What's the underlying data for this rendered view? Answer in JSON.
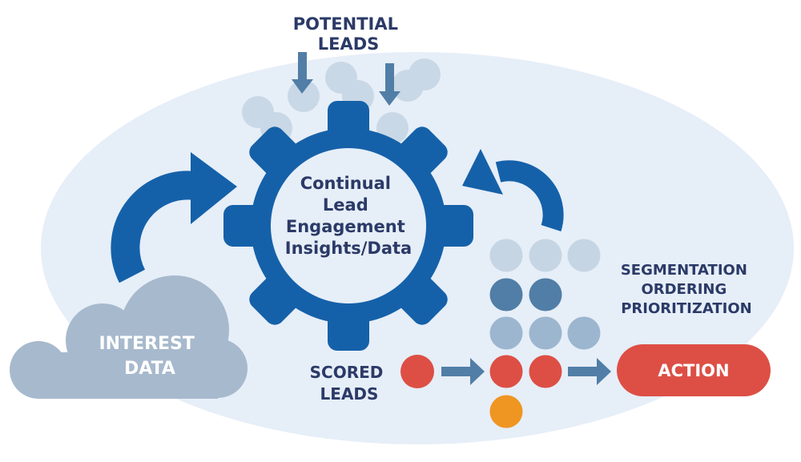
{
  "potential_leads": {
    "lines": [
      "POTENTIAL",
      "LEADS"
    ]
  },
  "gear": {
    "lines": [
      "Continual",
      "Lead",
      "Engagement",
      "Insights/Data"
    ]
  },
  "interest_data": {
    "lines": [
      "INTEREST",
      "DATA"
    ]
  },
  "scored_leads": {
    "lines": [
      "SCORED",
      "LEADS"
    ]
  },
  "segmentation": {
    "lines": [
      "SEGMENTATION",
      "ORDERING",
      "PRIORITIZATION"
    ]
  },
  "action": {
    "label": "ACTION"
  },
  "colors": {
    "background_ellipse": "#e6eef8",
    "gear_blue": "#1561a9",
    "text_navy": "#2b3a67",
    "lead_light": "#c5d5e3",
    "lead_dark": "#517ea6",
    "lead_mid": "#9db6cf",
    "scored_red": "#dd4f45",
    "orange": "#ef9522",
    "cloud_gray": "#a7b9cd"
  }
}
